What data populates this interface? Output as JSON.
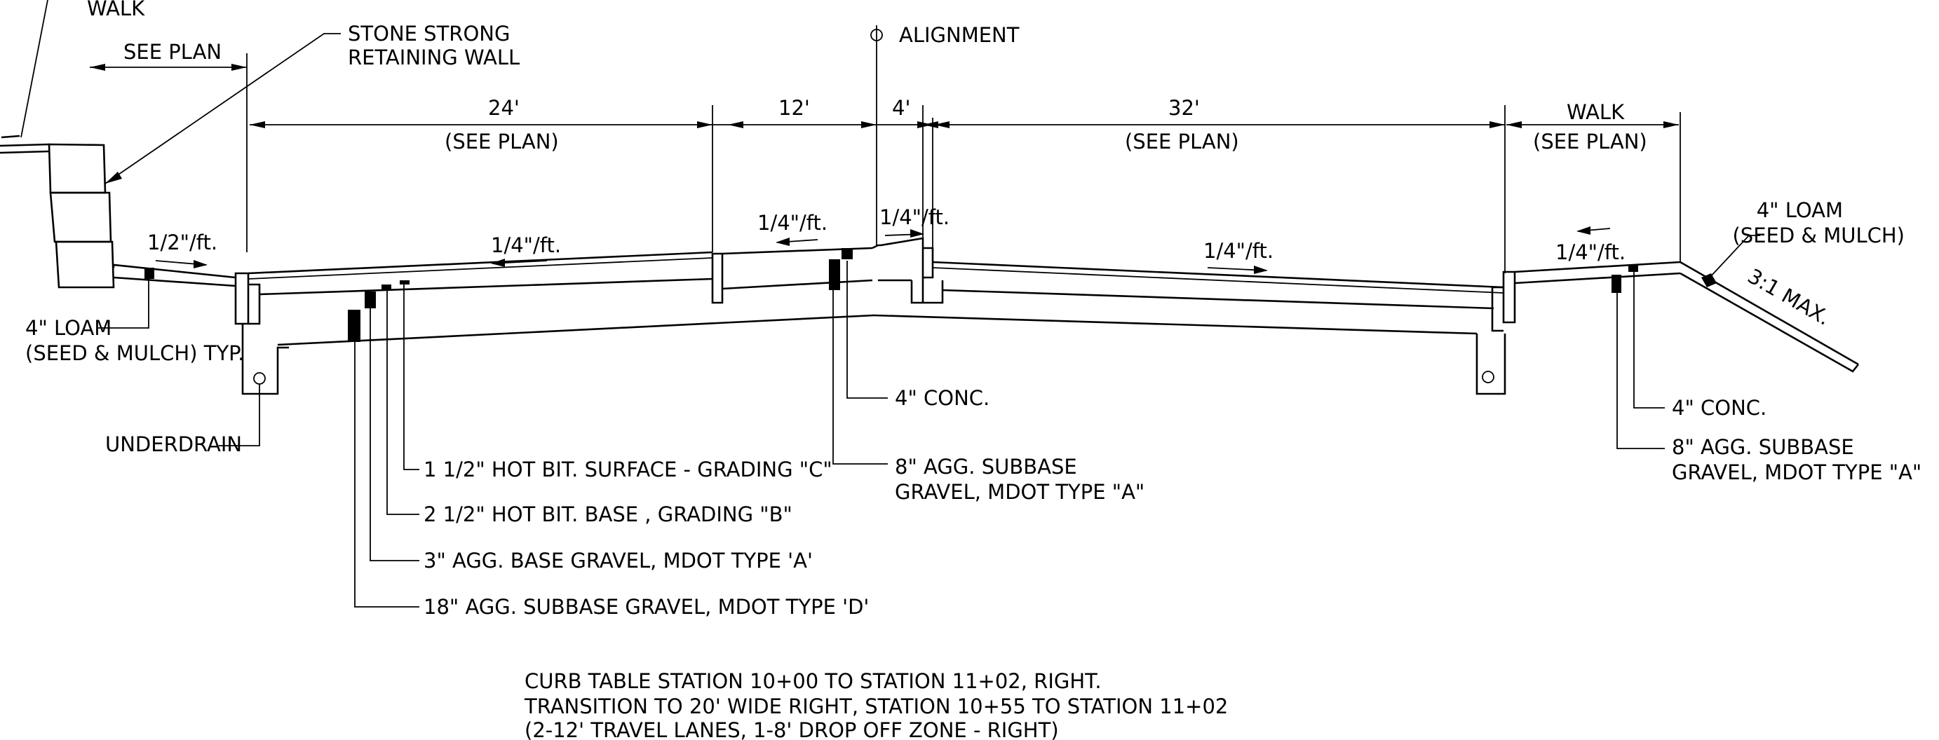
{
  "labels": {
    "walk_top_left": "WALK",
    "see_plan_left": "SEE PLAN",
    "stone_strong_1": "STONE STRONG",
    "stone_strong_2": "RETAINING WALL",
    "alignment": "ALIGNMENT",
    "centerline_symbol": "℄",
    "dim_24": "24'",
    "dim_24_sub": "(SEE PLAN)",
    "dim_12": "12'",
    "dim_4": "4'",
    "dim_32": "32'",
    "dim_32_sub": "(SEE PLAN)",
    "walk_right": "WALK",
    "walk_right_sub": "(SEE PLAN)",
    "loam_right_1": "4\" LOAM",
    "loam_right_2": "(SEED & MULCH)",
    "slope_left_walk": "1/2\"/ft.",
    "slope_left_lane": "1/4\"/ft.",
    "slope_center_left": "1/4\"/ft.",
    "slope_center_right": "1/4\"/ft.",
    "slope_right_lane": "1/4\"/ft.",
    "slope_right_walk": "1/4\"/ft.",
    "slope_max": "3:1 MAX.",
    "loam_left_1": "4\" LOAM",
    "loam_left_2": "(SEED & MULCH) TYP.",
    "underdrain": "UNDERDRAIN",
    "conc_center": "4\" CONC.",
    "subbase_center_1": "8\" AGG. SUBBASE",
    "subbase_center_2": "GRAVEL,  MDOT TYPE \"A\"",
    "conc_right": "4\" CONC.",
    "subbase_right_1": "8\" AGG. SUBBASE",
    "subbase_right_2": "GRAVEL, MDOT TYPE \"A\"",
    "layer_1": "1 1/2\" HOT BIT. SURFACE - GRADING \"C\"",
    "layer_2": "2 1/2\" HOT BIT. BASE , GRADING \"B\"",
    "layer_3": "3\" AGG. BASE GRAVEL, MDOT TYPE 'A'",
    "layer_4": "18\" AGG. SUBBASE GRAVEL, MDOT TYPE 'D'"
  },
  "notes": [
    "CURB TABLE STATION 10+00 TO STATION 11+02, RIGHT.",
    "TRANSITION TO 20' WIDE RIGHT, STATION 10+55 TO STATION 11+02",
    "(2-12' TRAVEL LANES, 1-8' DROP OFF ZONE - RIGHT)"
  ]
}
